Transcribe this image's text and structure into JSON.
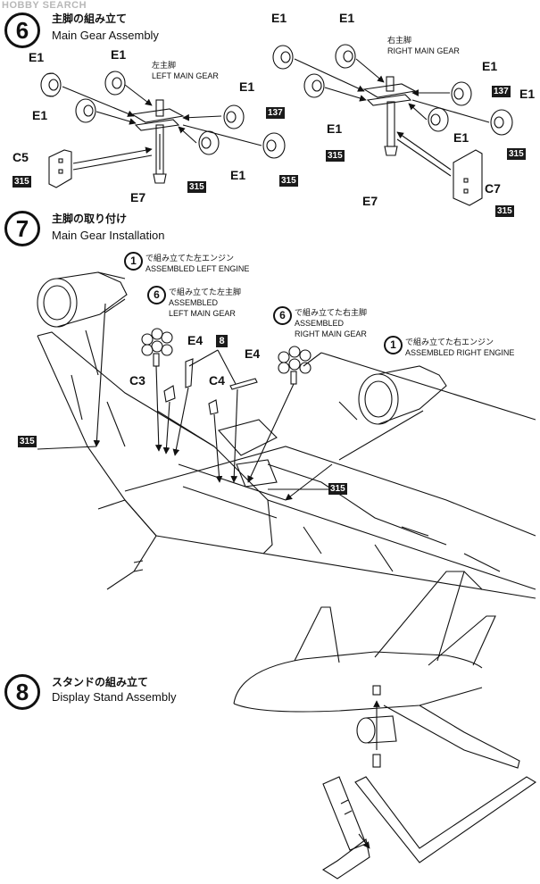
{
  "watermark": "HOBBY SEARCH",
  "steps": [
    {
      "num": "6",
      "jp": "主脚の組み立て",
      "en": "Main Gear Assembly"
    },
    {
      "num": "7",
      "jp": "主脚の取り付け",
      "en": "Main Gear Installation"
    },
    {
      "num": "8",
      "jp": "スタンドの組み立て",
      "en": "Display Stand Assembly"
    }
  ],
  "step6": {
    "left_gear": {
      "jp": "左主脚",
      "en": "LEFT MAIN GEAR"
    },
    "right_gear": {
      "jp": "右主脚",
      "en": "RIGHT MAIN GEAR"
    },
    "parts": {
      "e1": "E1",
      "c5": "C5",
      "c7": "C7",
      "e7": "E7"
    },
    "tags": {
      "t315": "315",
      "t137": "137"
    }
  },
  "step7": {
    "left_engine": {
      "ref": "1",
      "jp": "で組み立てた左エンジン",
      "en": "ASSEMBLED LEFT ENGINE"
    },
    "right_engine": {
      "ref": "1",
      "jp": "で組み立てた右エンジン",
      "en": "ASSEMBLED RIGHT ENGINE"
    },
    "left_gear": {
      "ref": "6",
      "jp": "で組み立てた左主脚",
      "en1": "ASSEMBLED",
      "en2": "LEFT MAIN GEAR"
    },
    "right_gear": {
      "ref": "6",
      "jp": "で組み立てた右主脚",
      "en1": "ASSEMBLED",
      "en2": "RIGHT MAIN GEAR"
    },
    "parts": {
      "e4": "E4",
      "c3": "C3",
      "c4": "C4"
    },
    "box": "8",
    "tag": "315"
  },
  "colors": {
    "ink": "#111111",
    "tag_bg": "#1a1a1a",
    "paper": "#ffffff",
    "watermark": "#b8b8b8"
  }
}
